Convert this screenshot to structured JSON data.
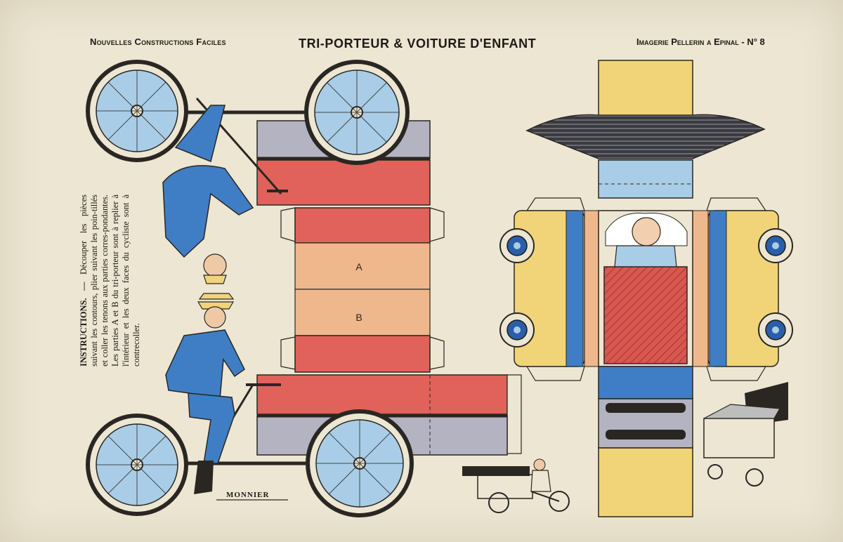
{
  "header": {
    "left": "Nouvelles Constructions Faciles",
    "title": "TRI-PORTEUR & VOITURE D'ENFANT",
    "right": "Imagerie Pellerin a Epinal - N° 8"
  },
  "instructions": {
    "lead": "INSTRUCTIONS. —",
    "body": "Découper les pièces suivant les contours, plier suivant les poin-tillés et coller les tenons aux parties corres-pondantes. Les parties A et B du tri-porteur sont à replier à l'intérieur et les deux faces du cycliste sont à contrecoller."
  },
  "labels": {
    "part_a": "A",
    "part_b": "B"
  },
  "signature": "MONNIER",
  "colors": {
    "paper": "#ece6d3",
    "red": "#e0625a",
    "salmon": "#efb88c",
    "grey": "#b4b3c2",
    "blue": "#3f7ec4",
    "light_blue": "#a9cde6",
    "yellow": "#f1d477",
    "dark": "#2a2622"
  }
}
